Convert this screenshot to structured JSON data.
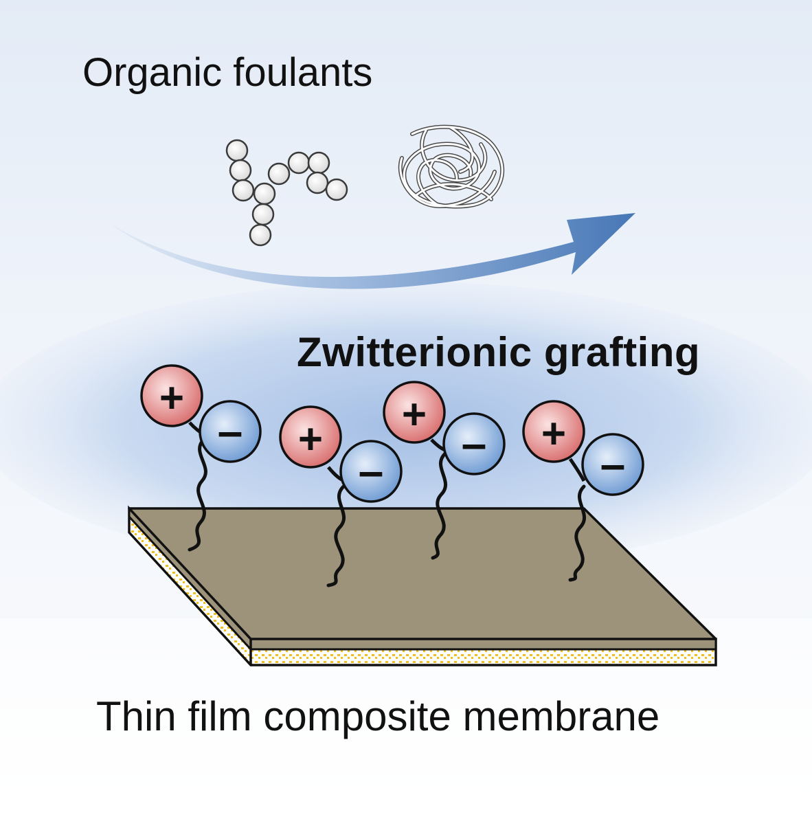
{
  "labels": {
    "foulants": "Organic foulants",
    "grafting": "Zwitterionic grafting",
    "membrane": "Thin film composite membrane"
  },
  "symbols": {
    "positive": "+",
    "negative": "–"
  },
  "colors": {
    "background_top": "#e6edf7",
    "grafting_band": "#a8c2e6",
    "arrow": "#4f7fbd",
    "membrane_top": "#9c937a",
    "support_layer": "#f4c21c",
    "positive_charge": "#e07a7a",
    "negative_charge": "#7fa7d9"
  },
  "icons": {
    "foulant_chain": "bead-chain-icon",
    "foulant_coil": "tangled-coil-icon"
  }
}
